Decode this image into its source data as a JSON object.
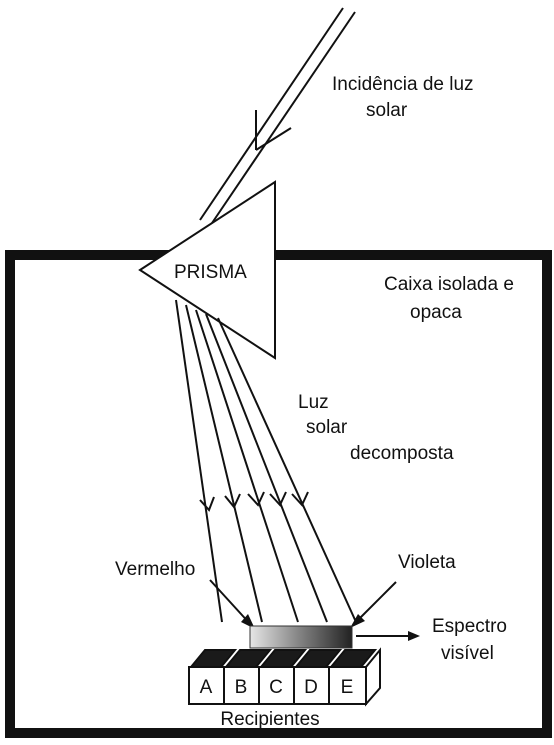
{
  "diagram": {
    "sunlight_label_line1": "Incidência de luz",
    "sunlight_label_line2": "solar",
    "prism_label": "PRISMA",
    "box_label_line1": "Caixa isolada e",
    "box_label_line2": "opaca",
    "decomposed_line1": "Luz",
    "decomposed_line2": "solar",
    "decomposed_line3": "decomposta",
    "red_label": "Vermelho",
    "violet_label": "Violeta",
    "spectrum_line1": "Espectro",
    "spectrum_line2": "visível",
    "containers": [
      "A",
      "B",
      "C",
      "D",
      "E"
    ],
    "containers_label": "Recipientes"
  }
}
